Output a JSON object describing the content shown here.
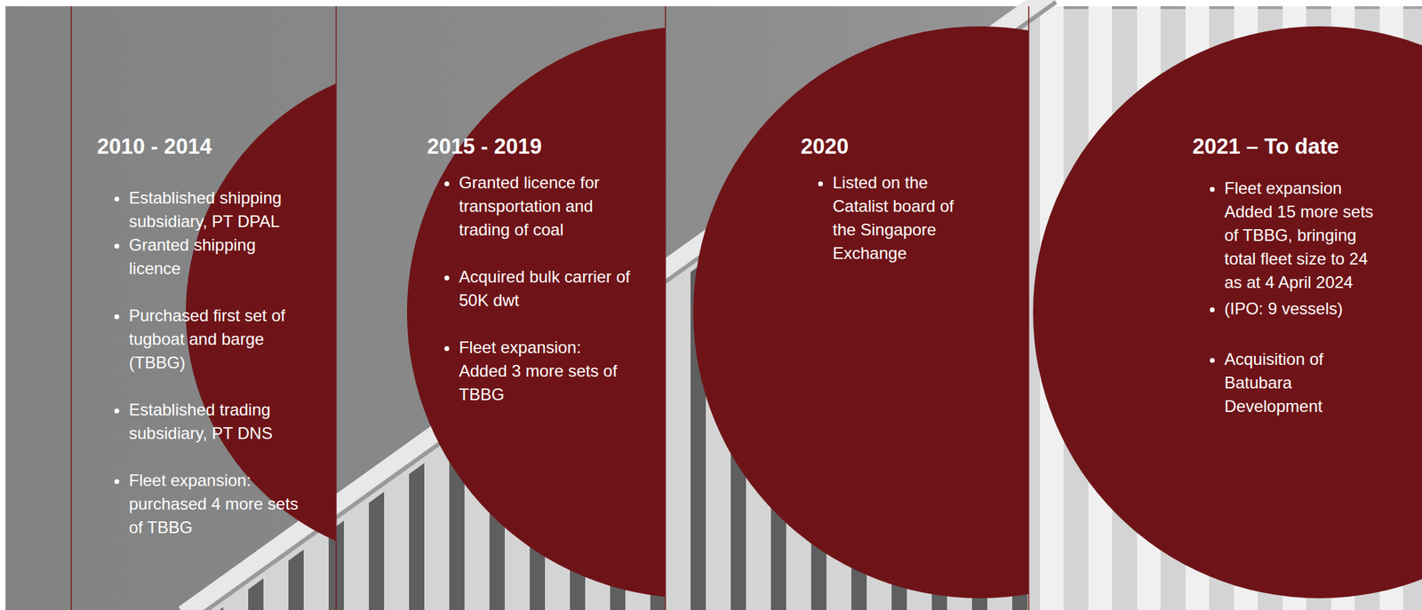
{
  "diagram": {
    "nodes": [
      {
        "text": [
          "2010 - 2014",
          "Established shipping subsidiary, PT DPAL",
          "Granted shipping licence",
          "Purchased first set of tugboat and barge (TBBG)",
          "Established trading subsidiary, PT DNS",
          "Fleet expansion: purchased 4 more sets of TBBG"
        ]
      },
      {
        "text": [
          "2015 - 2019",
          "Granted licence for transportation and trading of coal",
          "Acquired bulk carrier of 50K dwt",
          "Fleet expansion: Added 3 more sets of TBBG"
        ]
      },
      {
        "text": [
          "2020",
          "Listed on the Catalist board of the Singapore Exchange"
        ]
      },
      {
        "text": [
          "2021 – To date",
          "Fleet expansion Added 15 more sets of TBBG, bringing total fleet size to 24 as at 4 April 2024",
          "(IPO: 9 vessels)",
          "Acquisition of Batubara Development"
        ]
      }
    ]
  }
}
